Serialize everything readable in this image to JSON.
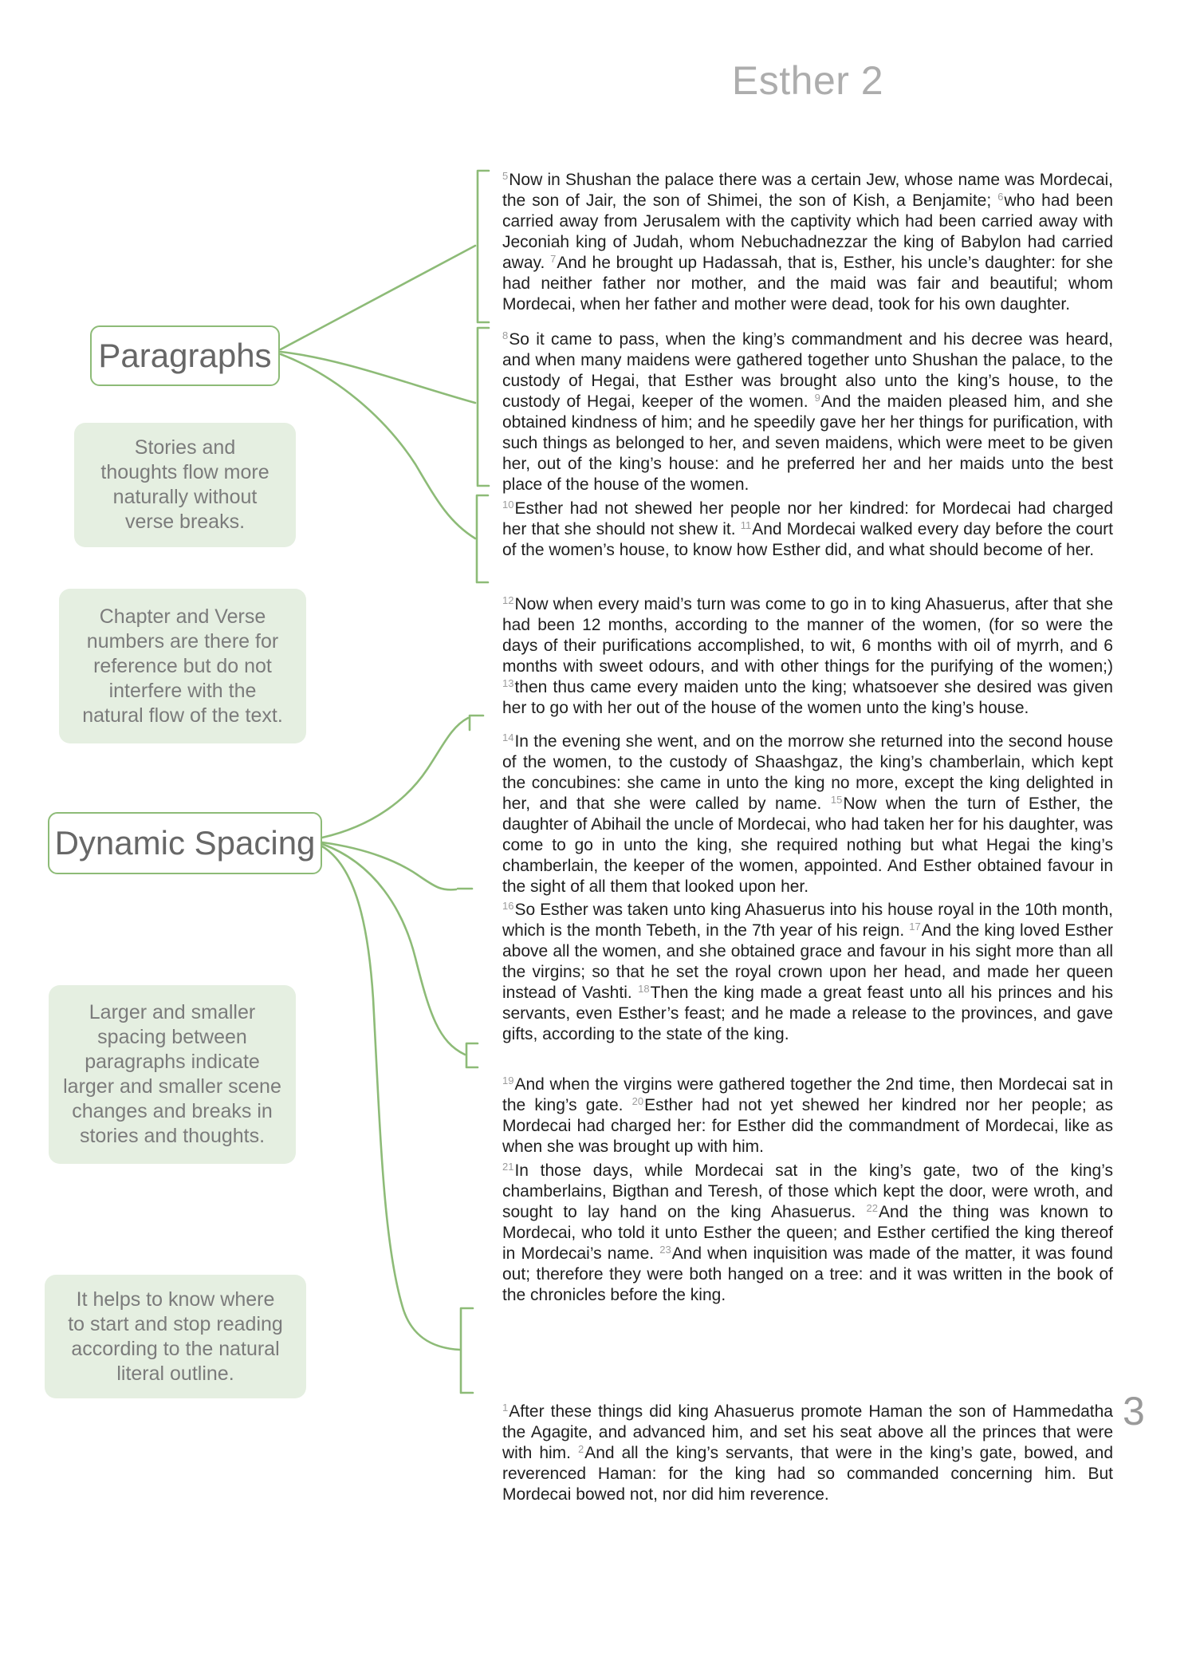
{
  "page": {
    "title": "Esther 2",
    "page_number": "3"
  },
  "colors": {
    "accent_green": "#8dbb77",
    "note_bg": "#e5efe1",
    "body_text": "#1f1f1f",
    "verse_gray": "#9c9c9c",
    "heading_gray": "#adadad",
    "pagenum_gray": "#9a9a9a",
    "label_gray": "#676767",
    "note_text": "#7b7b7b"
  },
  "callouts": {
    "paragraphs_label": "Paragraphs",
    "dynamic_spacing_label": "Dynamic Spacing",
    "notes": [
      "Stories and\nthoughts flow more\nnaturally without\nverse breaks.",
      "Chapter and Verse\nnumbers are there for\nreference but do not\ninterfere with the\nnatural flow of the text.",
      "Larger and smaller\nspacing between\nparagraphs indicate\nlarger and smaller scene\nchanges and breaks in\nstories and thoughts.",
      "It helps to know where\nto start and stop reading\naccording to the natural\nliteral outline."
    ]
  },
  "scripture": {
    "paragraphs": [
      {
        "verses": [
          {
            "n": "5",
            "t": "Now in Shushan the palace there was a certain Jew, whose name was Mordecai, the son of Jair, the son of Shimei, the son of Kish, a Benjamite;"
          },
          {
            "n": "6",
            "t": "who had been carried away from Jerusalem with the captivity which had been carried away with Jeconiah king of Judah, whom Nebuchadnezzar the king of Babylon had carried away."
          },
          {
            "n": "7",
            "t": "And he brought up Hadassah, that is, Esther, his uncle’s daughter: for she had neither father nor mother, and the maid was fair and beautiful; whom Mordecai, when her father and mother were dead, took for his own daughter."
          }
        ]
      },
      {
        "verses": [
          {
            "n": "8",
            "t": "So it came to pass, when the king’s commandment and his decree was heard, and when many maidens were gathered together unto Shushan the palace, to the custody of Hegai, that Esther was brought also unto the king’s house, to the custody of Hegai, keeper of the women."
          },
          {
            "n": "9",
            "t": "And the maiden pleased him, and she obtained kindness of him; and he speedily gave her her things for purification, with such things as belonged to her, and seven maidens, which were meet to be given her, out of the king’s house: and he preferred her and her maids unto the best place of the house of the women."
          }
        ]
      },
      {
        "verses": [
          {
            "n": "10",
            "t": "Esther had not shewed her people nor her kindred: for Mordecai had charged her that she should not shew it."
          },
          {
            "n": "11",
            "t": "And Mordecai walked every day before the court of the women’s house, to know how Esther did, and what should become of her."
          }
        ]
      },
      {
        "verses": [
          {
            "n": "12",
            "t": "Now when every maid’s turn was come to go in to king Ahasuerus, after that she had been 12 months, according to the manner of the women, (for so were the days of their purifications accomplished, to wit, 6 months with oil of myrrh, and 6 months with sweet odours, and with other things for the purifying of the women;)"
          },
          {
            "n": "13",
            "t": "then thus came every maiden unto the king; whatsoever she desired was given her to go with her out of the house of the women unto the king’s house."
          }
        ]
      },
      {
        "verses": [
          {
            "n": "14",
            "t": "In the evening she went, and on the morrow she returned into the second house of the women, to the custody of Shaashgaz, the king’s chamberlain, which kept the concubines: she came in unto the king no more, except the king delighted in her, and that she were called by name."
          },
          {
            "n": "15",
            "t": "Now when the turn of Esther, the daughter of Abihail the uncle of Mordecai, who had taken her for his daughter, was come to go in unto the king, she required nothing but what Hegai the king’s chamberlain, the keeper of the women, appointed. And Esther obtained favour in the sight of all them that looked upon her."
          }
        ]
      },
      {
        "verses": [
          {
            "n": "16",
            "t": "So Esther was taken unto king Ahasuerus into his house royal in the 10th month, which is the month Tebeth, in the 7th year of his reign."
          },
          {
            "n": "17",
            "t": "And the king loved Esther above all the women, and she obtained grace and favour in his sight more than all the virgins; so that he set the royal crown upon her head, and made her queen instead of Vashti."
          },
          {
            "n": "18",
            "t": "Then the king made a great feast unto all his princes and his servants, even Esther’s feast; and he made a release to the provinces, and gave gifts, according to the state of the king."
          }
        ]
      },
      {
        "verses": [
          {
            "n": "19",
            "t": "And when the virgins were gathered together the 2nd time, then Mordecai sat in the king’s gate."
          },
          {
            "n": "20",
            "t": "Esther had not yet shewed her kindred nor her people; as Mordecai had charged her: for Esther did the commandment of Mordecai, like as when she was brought up with him."
          }
        ]
      },
      {
        "verses": [
          {
            "n": "21",
            "t": "In those days, while Mordecai sat in the king’s gate, two of the king’s chamberlains, Bigthan and Teresh, of those which kept the door, were wroth, and sought to lay hand on the king Ahasuerus."
          },
          {
            "n": "22",
            "t": "And the thing was known to Mordecai, who told it unto Esther the queen; and Esther certified the king thereof in Mordecai’s name."
          },
          {
            "n": "23",
            "t": "And when inquisition was made of the matter, it was found out; therefore they were both hanged on a tree: and it was written in the book of the chronicles before the king."
          }
        ]
      },
      {
        "verses": [
          {
            "n": "1",
            "t": "After these things did king Ahasuerus promote Haman the son of Hammedatha the Agagite, and advanced him, and set his seat above all the princes that were with him."
          },
          {
            "n": "2",
            "t": "And all the king’s servants, that were in the king’s gate, bowed, and reverenced Haman: for the king had so commanded concerning him. But Mordecai bowed not, nor did him reverence."
          }
        ]
      }
    ]
  }
}
